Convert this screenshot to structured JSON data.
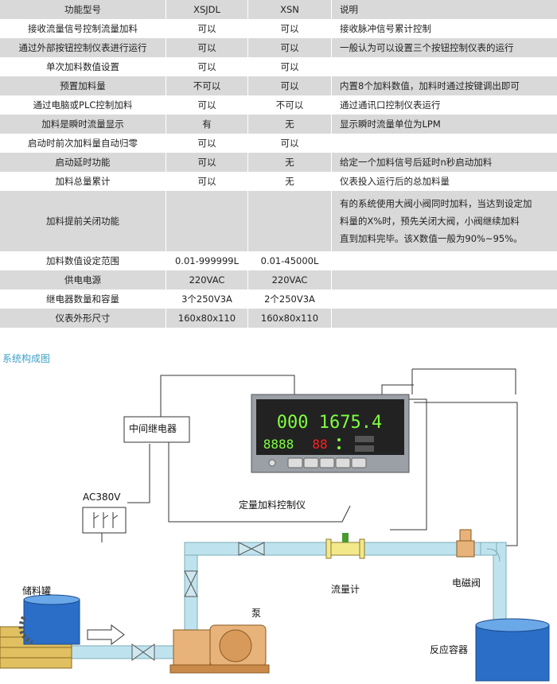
{
  "table": {
    "header": [
      "功能型号",
      "XSJDL",
      "XSN",
      "说明"
    ],
    "rows": [
      [
        "接收流量信号控制流量加料",
        "可以",
        "可以",
        "接收脉冲信号累计控制"
      ],
      [
        "通过外部按钮控制仪表进行运行",
        "可以",
        "可以",
        "一般认为可以设置三个按钮控制仪表的运行"
      ],
      [
        "单次加料数值设置",
        "可以",
        "可以",
        ""
      ],
      [
        "预置加料量",
        "不可以",
        "可以",
        "内置8个加料数值，加料时通过按键调出即可"
      ],
      [
        "通过电脑或PLC控制加料",
        "可以",
        "不可以",
        "通过通讯口控制仪表运行"
      ],
      [
        "加料是瞬时流量显示",
        "有",
        "无",
        "显示瞬时流量单位为LPM"
      ],
      [
        "启动时前次加料量自动归零",
        "可以",
        "可以",
        ""
      ],
      [
        "启动延时功能",
        "可以",
        "无",
        "给定一个加料信号后延时n秒启动加料"
      ],
      [
        "加料总量累计",
        "可以",
        "无",
        "仪表投入运行后的总加料量"
      ],
      [
        "加料提前关闭功能",
        "",
        "",
        "有的系统使用大阀小阀同时加料，当达到设定加料量的X%时，预先关闭大阀，小阀继续加料直到加料完毕。该X数值一般为90%~95%。"
      ],
      [
        "加料数值设定范围",
        "0.01-999999L",
        "0.01-45000L",
        ""
      ],
      [
        "供电电源",
        "220VAC",
        "220VAC",
        ""
      ],
      [
        "继电器数量和容量",
        "3个250V3A",
        "2个250V3A",
        ""
      ],
      [
        "仪表外形尺寸",
        "160x80x110",
        "160x80x110",
        ""
      ]
    ],
    "long_note_lines": [
      "有的系统使用大阀小阀同时加料，当达到设定加",
      "料量的X%时，预先关闭大阀，小阀继续加料",
      "直到加料完毕。该X数值一般为90%~95%。"
    ]
  },
  "section_title": "系统构成图",
  "diagram": {
    "relay_label": "中间继电器",
    "ac_label": "AC380V",
    "controller_label": "定量加料控制仪",
    "flowmeter_label": "流量计",
    "valve_label": "电磁阀",
    "tank_label": "储料罐",
    "pump_label": "泵",
    "reactor_label": "反应容器",
    "display_main": "000 1675.4",
    "display_sub_green": "8888",
    "display_sub_red": "88",
    "colors": {
      "pipe": "#bfe3ee",
      "pump": "#e8b37a",
      "relay_box": "#ffffff",
      "led_green": "#7fff40",
      "led_red": "#ff2020",
      "title_blue": "#3aa0c8"
    }
  }
}
